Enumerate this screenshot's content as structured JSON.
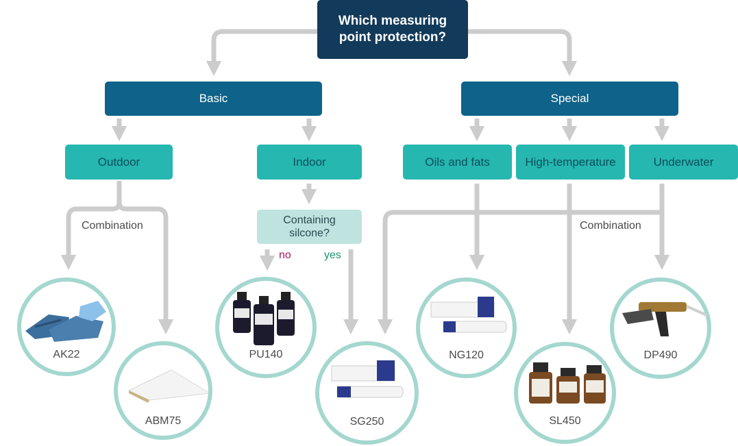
{
  "root": {
    "line1": "Which measuring",
    "line2": "point protection?"
  },
  "categories": {
    "basic": "Basic",
    "special": "Special"
  },
  "environments": {
    "outdoor": "Outdoor",
    "indoor": "Indoor",
    "oils": "Oils and fats",
    "hightemp": "High-temperature",
    "underwater": "Underwater"
  },
  "question": {
    "line1": "Containing",
    "line2": "silcone?"
  },
  "answers": {
    "no": "no",
    "yes": "yes"
  },
  "combination_left": "Combination",
  "combination_right": "Combination",
  "products": {
    "ak22": "AK22",
    "abm75": "ABM75",
    "pu140": "PU140",
    "sg250": "SG250",
    "ng120": "NG120",
    "sl450": "SL450",
    "dp490": "DP490"
  },
  "colors": {
    "root": "#123a5a",
    "category": "#0f6289",
    "environment": "#25b7b0",
    "question": "#bfe3df",
    "arrow": "#cccccc",
    "circle": "#a4d7cf"
  }
}
